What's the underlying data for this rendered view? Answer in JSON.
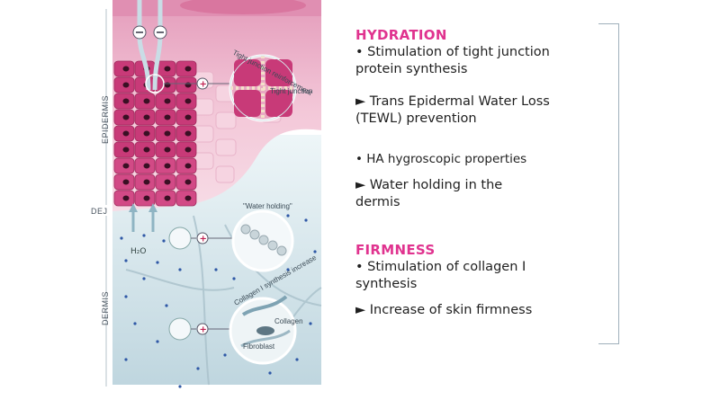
{
  "labels": {
    "epidermis": "EPIDERMIS",
    "dej": "DEJ",
    "dermis": "DERMIS",
    "tight_junction_reinforcement": "Tight junction reinforcement",
    "tight_junction": "Tight junction",
    "water_holding": "\"Water holding\"",
    "h2o": "H₂O",
    "collagen_synthesis_increase": "Collagen I synthesis increase",
    "collagen": "Collagen",
    "fibroblast": "Fibroblast"
  },
  "panel": {
    "hydration_heading": "HYDRATION",
    "hydration_lines": [
      "• Stimulation of tight junction",
      "protein synthesis",
      "► Trans Epidermal Water Loss",
      "(TEWL) prevention",
      "• HA hygroscopic properties",
      "► Water holding in the",
      "dermis"
    ],
    "firmness_heading": "FIRMNESS",
    "firmness_lines": [
      "• Stimulation of collagen I",
      "synthesis",
      "► Increase of skin firmness"
    ]
  },
  "colors": {
    "accent_pink": "#e0338f",
    "epidermis_pink": "#f2c1d6",
    "cell_magenta": "#c83a78",
    "dermis_blue": "#dcebf0",
    "bracket_gray": "#9fb0bb"
  }
}
